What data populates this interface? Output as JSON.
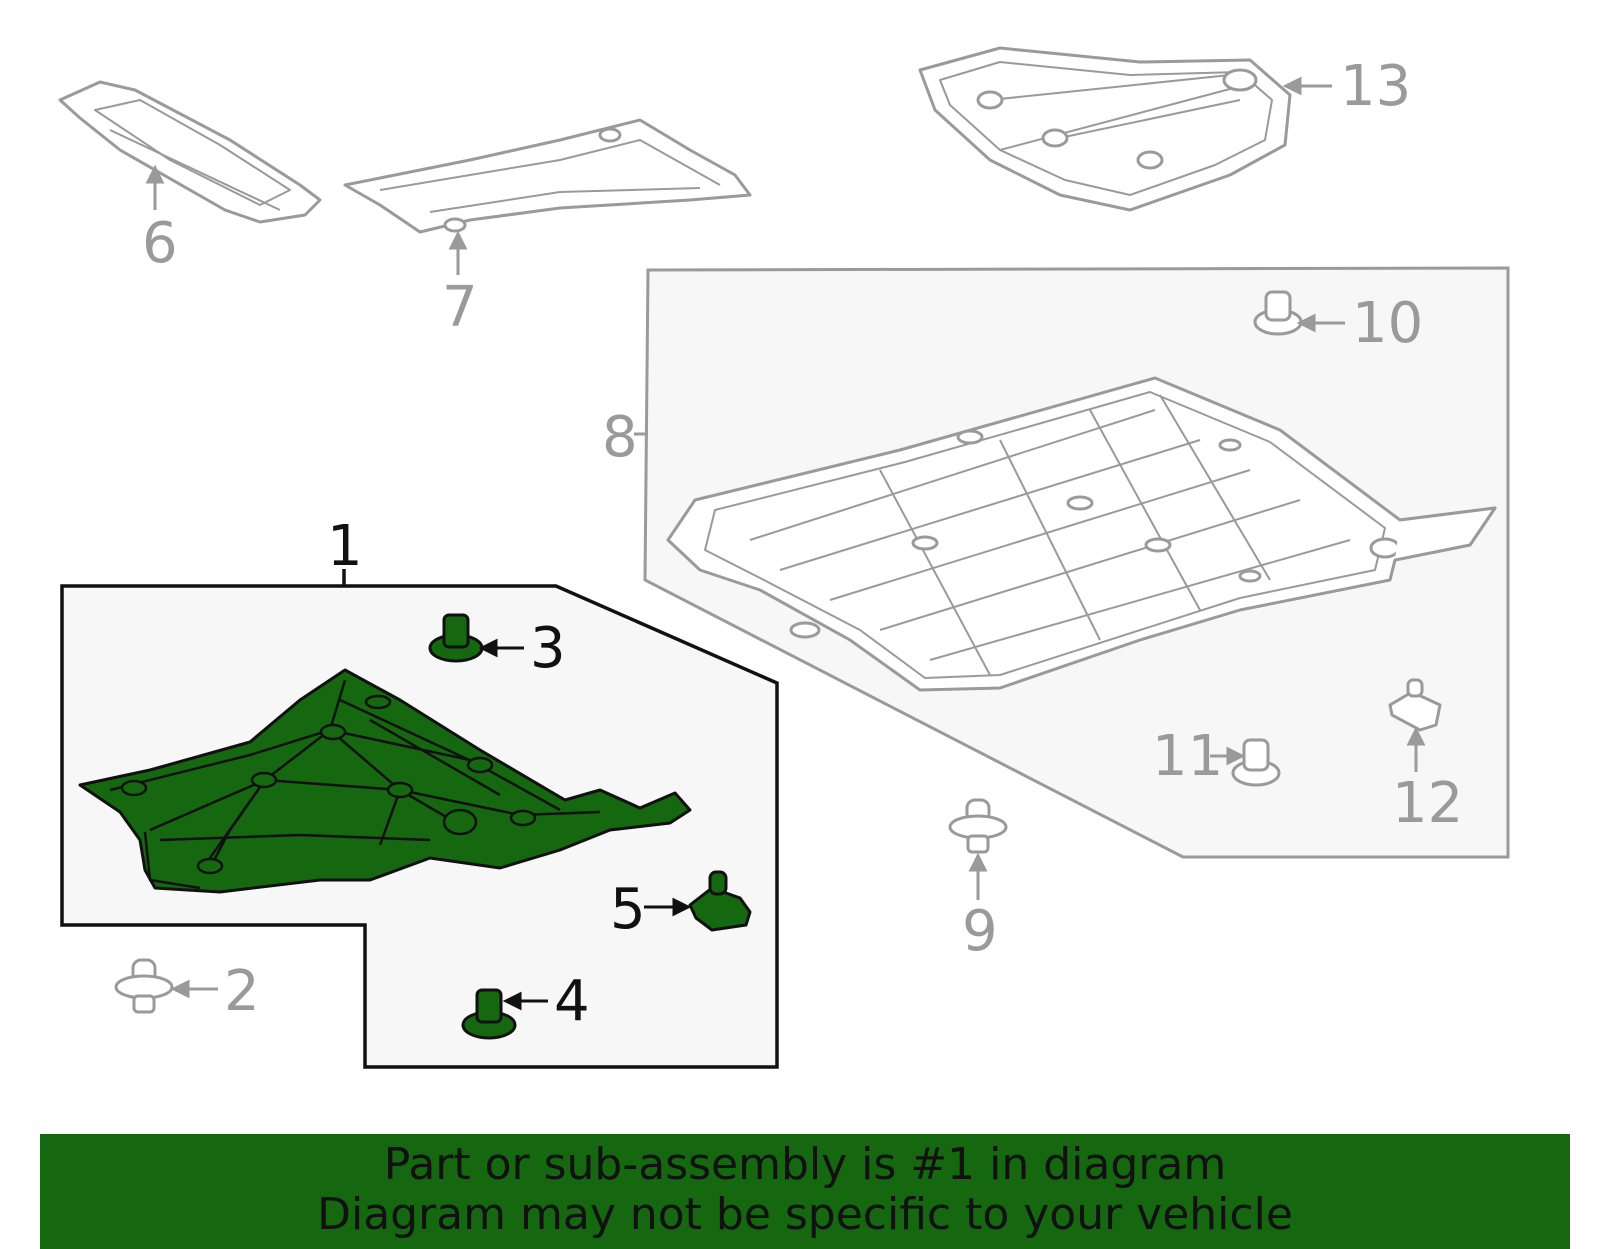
{
  "colors": {
    "highlight_green": "#15680f",
    "part_gray": "#9a9a9a",
    "group_box_fill": "#f7f7f7"
  },
  "callouts": {
    "c1": "1",
    "c2": "2",
    "c3": "3",
    "c4": "4",
    "c5": "5",
    "c6": "6",
    "c7": "7",
    "c8": "8",
    "c9": "9",
    "c10": "10",
    "c11": "11",
    "c12": "12",
    "c13": "13"
  },
  "banner": {
    "line1": "Part or sub-assembly is #1 in diagram",
    "line2": "Diagram may not be specific to your vehicle"
  }
}
